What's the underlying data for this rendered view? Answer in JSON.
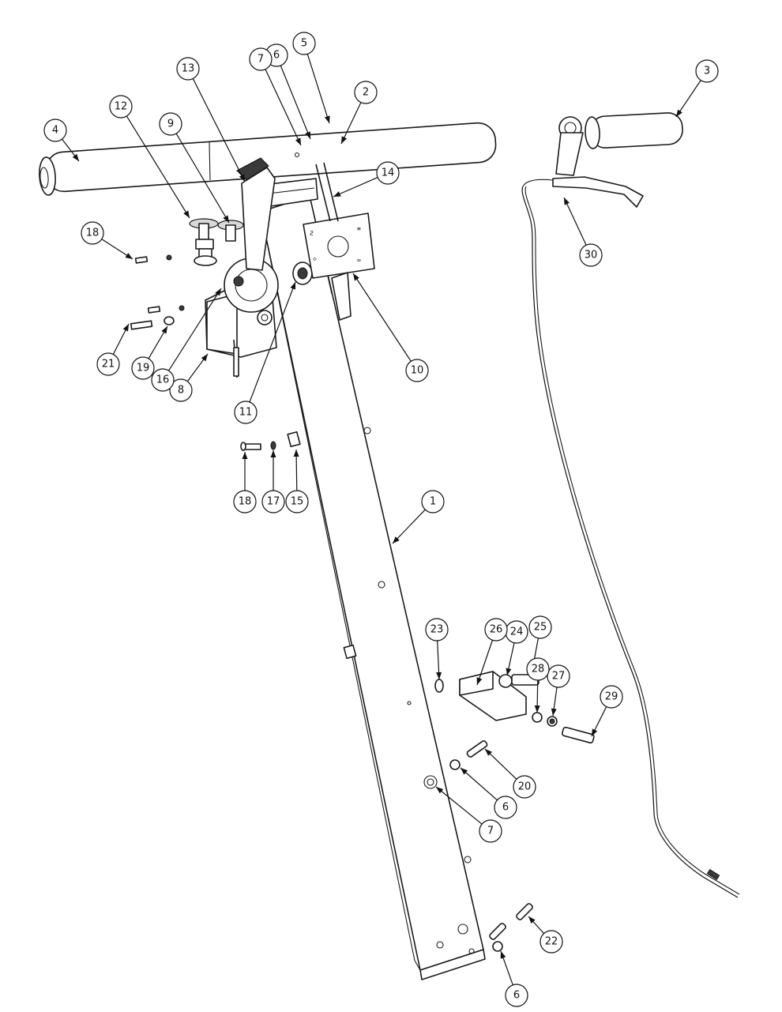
{
  "callouts": [
    {
      "id": "c1",
      "label": "1"
    },
    {
      "id": "c2",
      "label": "2"
    },
    {
      "id": "c3",
      "label": "3"
    },
    {
      "id": "c4",
      "label": "4"
    },
    {
      "id": "c5",
      "label": "5"
    },
    {
      "id": "c6a",
      "label": "6"
    },
    {
      "id": "c6b",
      "label": "6"
    },
    {
      "id": "c6c",
      "label": "6"
    },
    {
      "id": "c7a",
      "label": "7"
    },
    {
      "id": "c7b",
      "label": "7"
    },
    {
      "id": "c8",
      "label": "8"
    },
    {
      "id": "c9",
      "label": "9"
    },
    {
      "id": "c10",
      "label": "10"
    },
    {
      "id": "c11",
      "label": "11"
    },
    {
      "id": "c12",
      "label": "12"
    },
    {
      "id": "c13",
      "label": "13"
    },
    {
      "id": "c14",
      "label": "14"
    },
    {
      "id": "c15",
      "label": "15"
    },
    {
      "id": "c16",
      "label": "16"
    },
    {
      "id": "c17",
      "label": "17"
    },
    {
      "id": "c18a",
      "label": "18"
    },
    {
      "id": "c18b",
      "label": "18"
    },
    {
      "id": "c19",
      "label": "19"
    },
    {
      "id": "c20",
      "label": "20"
    },
    {
      "id": "c21",
      "label": "21"
    },
    {
      "id": "c22",
      "label": "22"
    },
    {
      "id": "c23",
      "label": "23"
    },
    {
      "id": "c24",
      "label": "24"
    },
    {
      "id": "c25",
      "label": "25"
    },
    {
      "id": "c26",
      "label": "26"
    },
    {
      "id": "c27",
      "label": "27"
    },
    {
      "id": "c28",
      "label": "28"
    },
    {
      "id": "c29",
      "label": "29"
    },
    {
      "id": "c30",
      "label": "30"
    }
  ]
}
